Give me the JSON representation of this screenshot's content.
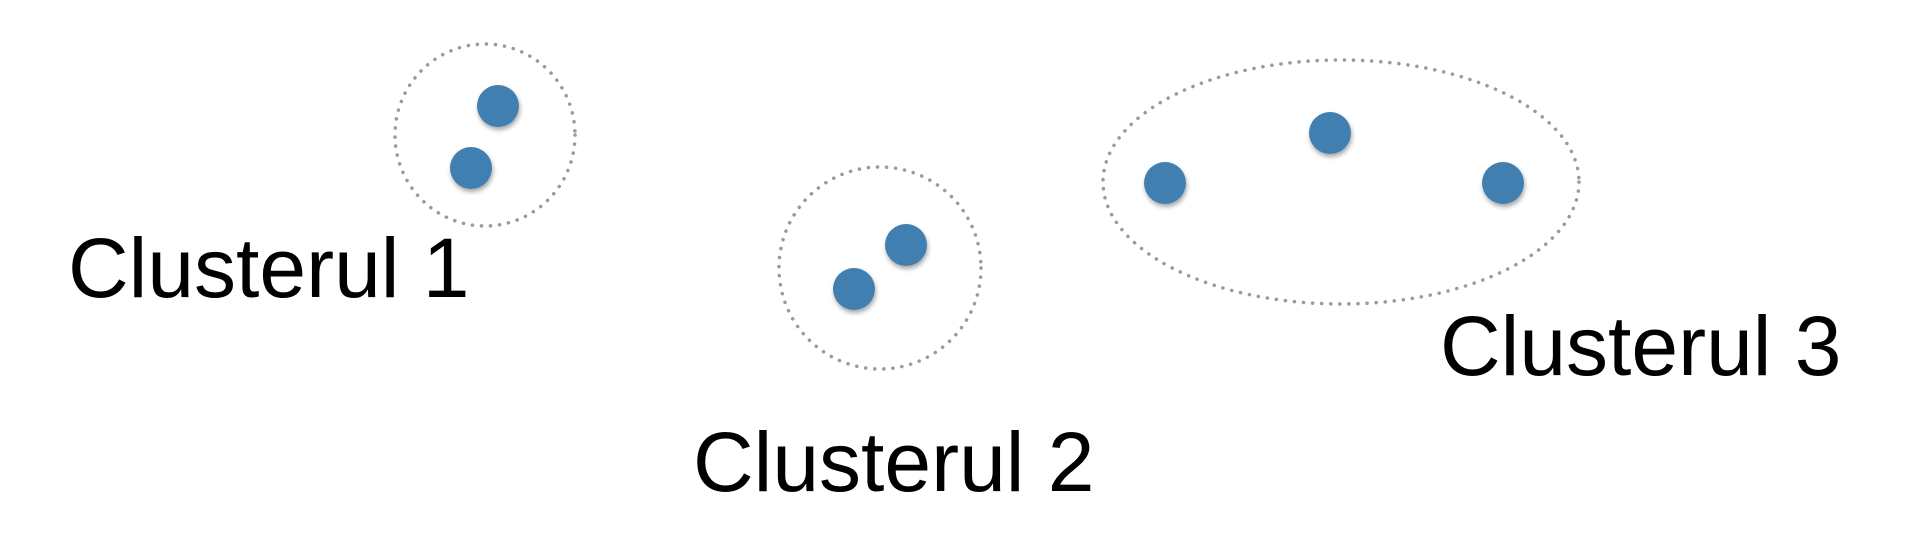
{
  "colors": {
    "point": "#3f7fb0",
    "outline": "#9a9a9a",
    "text": "#000000",
    "background": "#ffffff"
  },
  "clusters": [
    {
      "label": "Clusterul 1",
      "point_count": 2
    },
    {
      "label": "Clusterul 2",
      "point_count": 2
    },
    {
      "label": "Clusterul 3",
      "point_count": 3
    }
  ]
}
